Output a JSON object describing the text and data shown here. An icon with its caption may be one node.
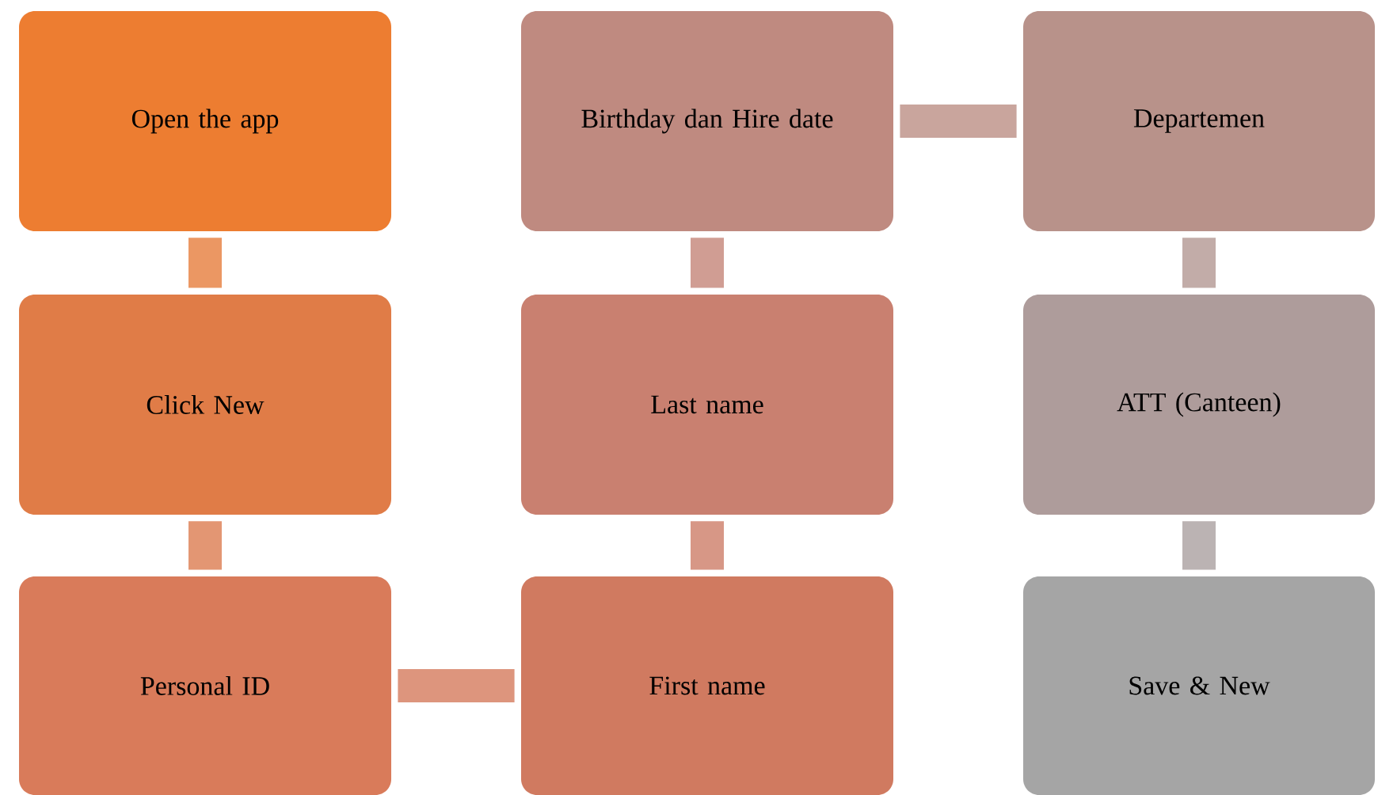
{
  "diagram": {
    "nodes": [
      {
        "text": [
          "Open the app"
        ]
      },
      {
        "text": [
          "Click New"
        ]
      },
      {
        "text": [
          "Personal ID"
        ]
      },
      {
        "text": [
          "First name"
        ]
      },
      {
        "text": [
          "Last name"
        ]
      },
      {
        "text": [
          "Birthday dan Hire date"
        ]
      },
      {
        "text": [
          "Departemen"
        ]
      },
      {
        "text": [
          "ATT (Canteen)"
        ]
      },
      {
        "text": [
          "Save & New"
        ]
      }
    ],
    "edges": [
      {
        "from": 0,
        "to": 1,
        "arrow": "none"
      },
      {
        "from": 1,
        "to": 2,
        "arrow": "none"
      },
      {
        "from": 2,
        "to": 3,
        "arrow": "none"
      },
      {
        "from": 3,
        "to": 4,
        "arrow": "none"
      },
      {
        "from": 4,
        "to": 5,
        "arrow": "none"
      },
      {
        "from": 5,
        "to": 6,
        "arrow": "none"
      },
      {
        "from": 6,
        "to": 7,
        "arrow": "none"
      },
      {
        "from": 7,
        "to": 8,
        "arrow": "none"
      }
    ]
  }
}
